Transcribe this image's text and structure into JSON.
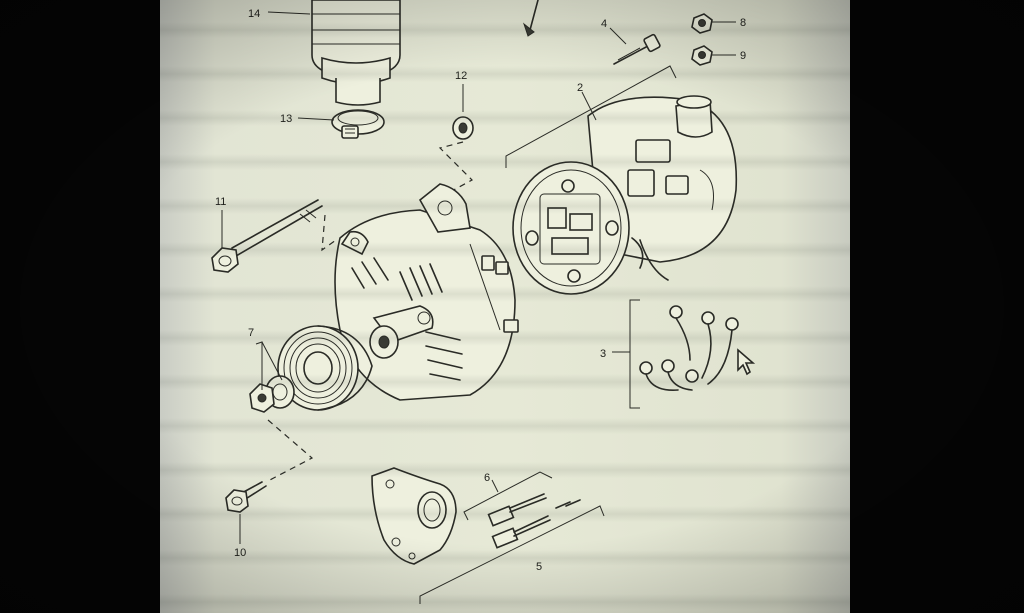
{
  "diagram": {
    "callouts": [
      {
        "id": "2",
        "label": "2"
      },
      {
        "id": "3",
        "label": "3"
      },
      {
        "id": "4",
        "label": "4"
      },
      {
        "id": "5",
        "label": "5"
      },
      {
        "id": "6",
        "label": "6"
      },
      {
        "id": "7",
        "label": "7"
      },
      {
        "id": "8",
        "label": "8"
      },
      {
        "id": "9",
        "label": "9"
      },
      {
        "id": "10",
        "label": "10"
      },
      {
        "id": "11",
        "label": "11"
      },
      {
        "id": "12",
        "label": "12"
      },
      {
        "id": "13",
        "label": "13"
      },
      {
        "id": "14",
        "label": "14"
      }
    ],
    "colors": {
      "paper": "#e6e9d6",
      "ink": "#2a2b26",
      "background": "#050505"
    }
  }
}
